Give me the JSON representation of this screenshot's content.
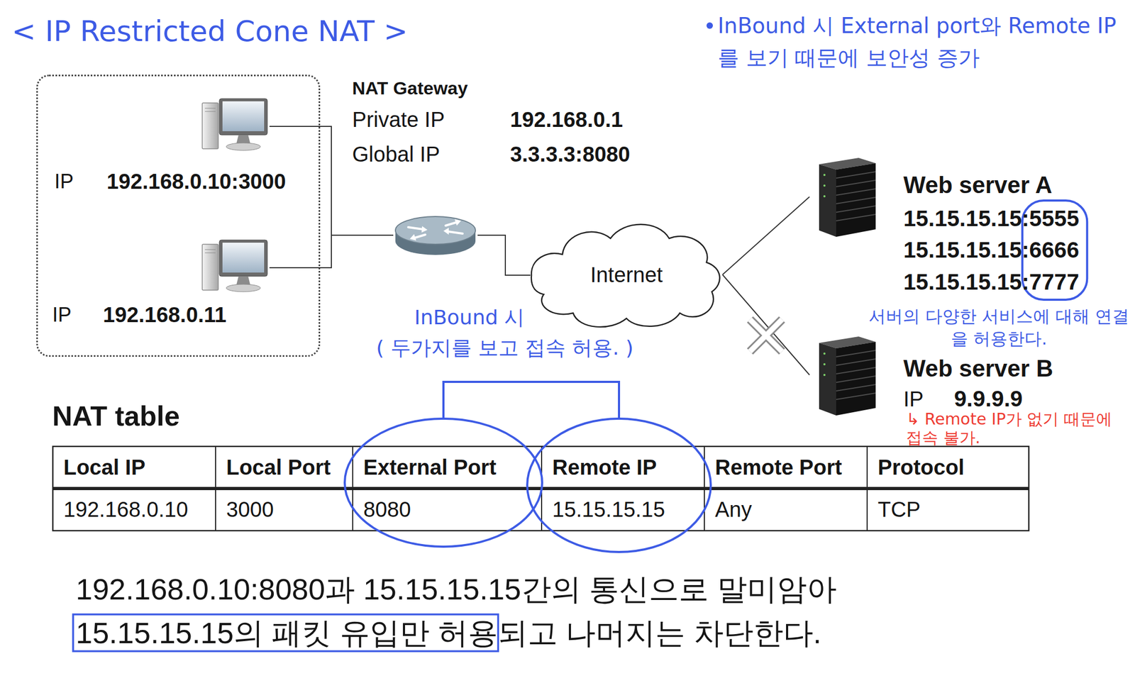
{
  "diagram": {
    "title": "< IP Restricted Cone NAT >",
    "caption": "192.168.0.10:8080과 15.15.15.15간의 통신으로 말미암아 15.15.15.15의 패킷 유입만 허용되고 나머지는 차단한다.",
    "nodes": [
      {
        "text": [
          "IP",
          "192.168.0.10:3000"
        ]
      },
      {
        "text": [
          "IP",
          "192.168.0.11"
        ]
      },
      {
        "text": [
          "NAT Gateway",
          "Private IP",
          "192.168.0.1",
          "Global IP",
          "3.3.3.3:8080"
        ]
      },
      {
        "text": [
          "Internet"
        ]
      },
      {
        "text": [
          "Web server A",
          "15.15.15.15:5555",
          "15.15.15.15:6666",
          "15.15.15.15:7777"
        ]
      },
      {
        "text": [
          "Web server B",
          "IP",
          "9.9.9.9"
        ]
      }
    ],
    "edges": [
      {
        "from": 0,
        "to": 2,
        "arrow": "none"
      },
      {
        "from": 1,
        "to": 2,
        "arrow": "none"
      },
      {
        "from": 2,
        "to": 3,
        "arrow": "none"
      },
      {
        "from": 3,
        "to": 4,
        "arrow": "none"
      },
      {
        "from": 3,
        "to": 5,
        "arrow": "none"
      }
    ],
    "labels": [
      "InBound 시 External port와 Remote IP를 보기 때문에 보안성 증가",
      "서버의 다양한 서비스에 대해 연결을 허용한다.",
      "↳ Remote IP가 없기 때문에 접속 불가.",
      "InBound 시",
      "( 두가지를 보고 접속 허용. )",
      "NAT table",
      "Local IP",
      "Local Port",
      "External Port",
      "Remote IP",
      "Remote Port",
      "Protocol",
      "192.168.0.10",
      "3000",
      "8080",
      "15.15.15.15",
      "Any",
      "TCP"
    ]
  }
}
